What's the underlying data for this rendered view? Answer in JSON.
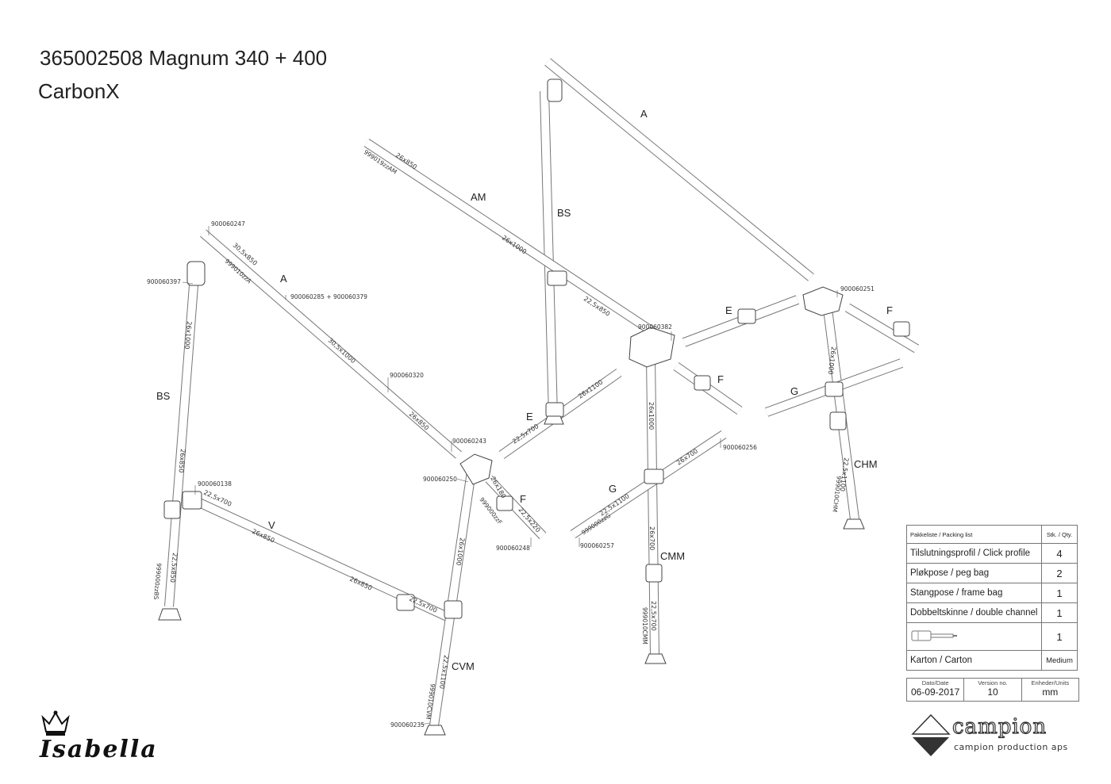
{
  "header": {
    "title": "365002508 Magnum 340 + 400",
    "subtitle": "CarbonX"
  },
  "labels": {
    "A_top": "A",
    "A_left": "A",
    "AM": "AM",
    "BS_mid": "BS",
    "BS_left": "BS",
    "E_upper": "E",
    "E_front": "E",
    "F_right": "F",
    "F_mid": "F",
    "F_front": "F",
    "G_right": "G",
    "G_mid": "G",
    "V": "V",
    "CHM": "CHM",
    "CMM": "CMM",
    "CVM": "CVM"
  },
  "dimensions": {
    "am_1": "26x850",
    "am_2": "26x1000",
    "am_3": "22,5x850",
    "a_left_1": "30,5x850",
    "a_left_2": "30,5x1000",
    "a_left_3": "26x850",
    "bs_left_1": "26x1000",
    "bs_left_2": "26x850",
    "bs_left_3": "22,5x850",
    "v_1": "22,5x700",
    "v_2": "26x850",
    "v_3": "26x850",
    "v_4": "22,5x700",
    "cvm_1": "26x1000",
    "cvm_2": "22,5x1100",
    "e_front_1": "22,5x700",
    "e_front_2": "26x1100",
    "f_front_1": "26x180",
    "f_front_2": "22,5x220",
    "g_mid_1": "26x700",
    "g_mid_2": "22,5x1100",
    "cmm_1": "26x1000",
    "cmm_2": "26x700",
    "cmm_3": "22,5x700",
    "chm_1": "26x1000",
    "chm_2": "22,5x1100"
  },
  "part_numbers": {
    "p247": "900060247",
    "p397": "900060397",
    "p285": "900060285 + 900060379",
    "p320": "900060320",
    "p243": "900060243",
    "p250": "900060250",
    "p138": "900060138",
    "p248": "900060248",
    "p257": "900060257",
    "p256": "900060256",
    "p382": "900060382",
    "p251": "900060251",
    "p235": "900060235",
    "k_am": "999019zzAM",
    "k_a": "999010zzA",
    "k_bs": "999000zzBS",
    "k_f": "999000zzF",
    "k_g": "999000zzG",
    "k_cvm": "999010CVM",
    "k_cmm": "999010CMM",
    "k_chm": "999010CHM"
  },
  "packing_list": {
    "header": "Pakkeliste / Packing list",
    "qty_header": "Stk. / Qty.",
    "items": [
      {
        "name": "Tilslutningsprofil / Click profile",
        "qty": "4"
      },
      {
        "name": "Pløkpose / peg bag",
        "qty": "2"
      },
      {
        "name": "Stangpose / frame bag",
        "qty": "1"
      },
      {
        "name": "Dobbeltskinne / double channel",
        "qty": "1"
      },
      {
        "name": "",
        "qty": "1",
        "icon": "screwdriver-icon"
      },
      {
        "name": "Karton / Carton",
        "qty": "Medium"
      }
    ]
  },
  "meta": {
    "date_label": "Dato/Date",
    "date": "06-09-2017",
    "version_label": "Version no.",
    "version": "10",
    "units_label": "Enheder/Units",
    "units": "mm"
  },
  "brands": {
    "isabella": "Isabella",
    "campion": "campion",
    "campion_sub": "campion production aps"
  }
}
